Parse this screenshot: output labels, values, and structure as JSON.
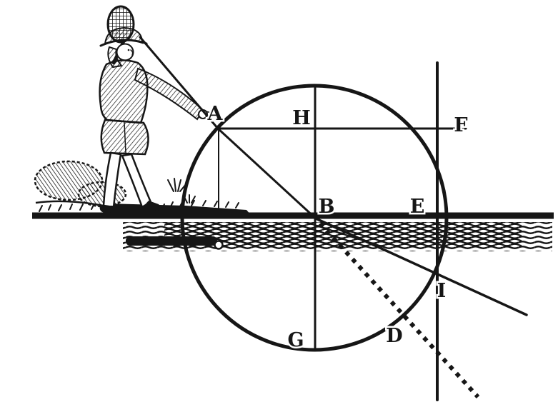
{
  "canvas": {
    "background": "#ffffff",
    "ink": "#161616"
  },
  "labels": {
    "A": "A",
    "H": "H",
    "F": "F",
    "B": "B",
    "E": "E",
    "I": "I",
    "G": "G",
    "D": "D"
  }
}
